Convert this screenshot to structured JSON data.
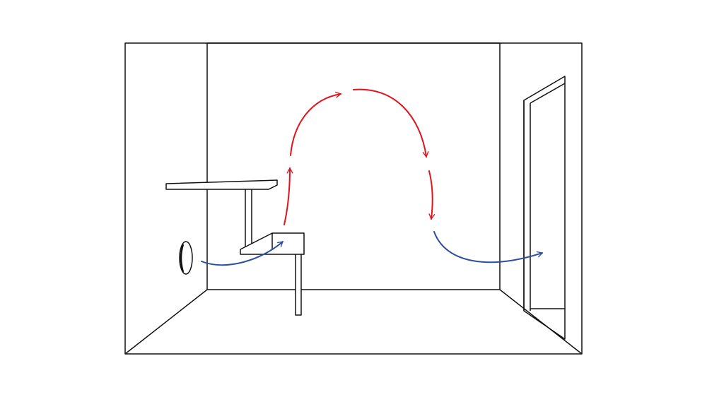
{
  "diagram": {
    "colors": {
      "outline": "#111111",
      "background": "#ffffff",
      "warm_flow": "#e0141e",
      "cool_flow": "#2d4fa0"
    },
    "flows": [
      {
        "name": "cool-air-inflow",
        "color_key": "cool_flow"
      },
      {
        "name": "warm-air-rising",
        "color_key": "warm_flow"
      },
      {
        "name": "warm-air-arc",
        "color_key": "warm_flow"
      },
      {
        "name": "warm-air-falling",
        "color_key": "warm_flow"
      },
      {
        "name": "cool-air-outflow",
        "color_key": "cool_flow"
      }
    ]
  }
}
